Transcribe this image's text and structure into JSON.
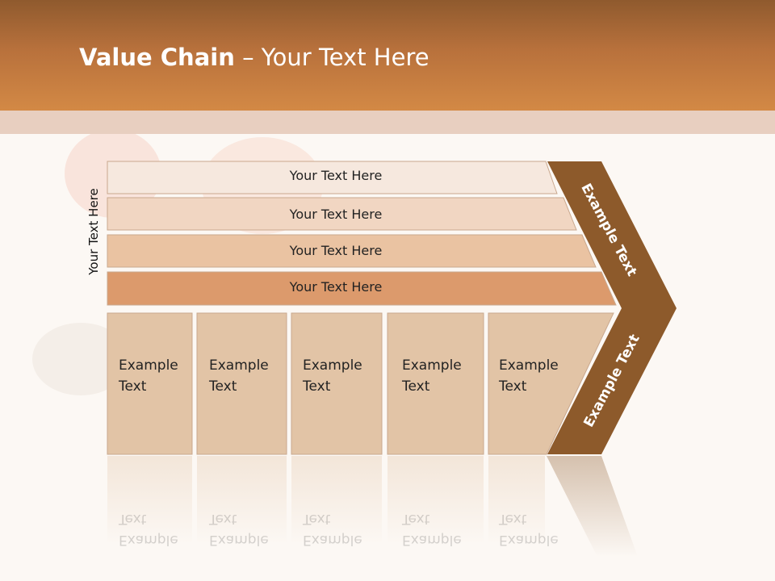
{
  "title": {
    "bold": "Value Chain",
    "rest": " – Your Text Here"
  },
  "vertical_label": "Your Text Here",
  "rows": [
    {
      "label": "Your Text Here",
      "color": "#f6e8de"
    },
    {
      "label": "Your Text Here",
      "color": "#f1d6c2"
    },
    {
      "label": "Your Text Here",
      "color": "#eac3a2"
    },
    {
      "label": "Your Text Here",
      "color": "#dc9a6c"
    }
  ],
  "columns": [
    {
      "line1": "Example",
      "line2": "Text"
    },
    {
      "line1": "Example",
      "line2": "Text"
    },
    {
      "line1": "Example",
      "line2": "Text"
    },
    {
      "line1": "Example",
      "line2": "Text"
    },
    {
      "line1": "Example",
      "line2": "Text"
    }
  ],
  "chevron": {
    "top_text": "Example Text",
    "bottom_text": "Example Text",
    "color": "#8d5a2b"
  },
  "colors": {
    "header": "#c67a3c",
    "column_fill": "#e2c4a6"
  }
}
